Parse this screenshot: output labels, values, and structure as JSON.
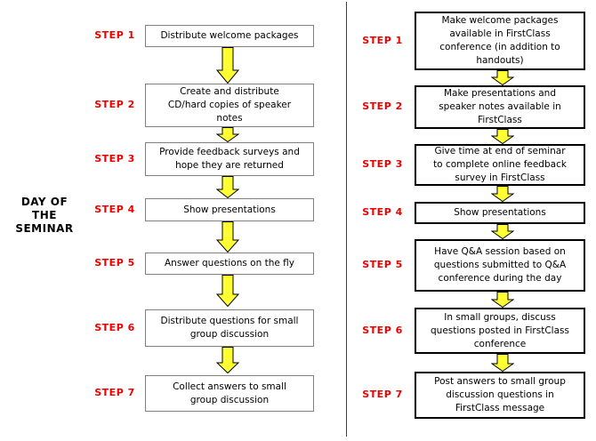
{
  "day_label": "DAY OF\nTHE\nSEMINAR",
  "left_flow": {
    "steps": [
      {
        "label": "STEP 1",
        "text": "Distribute welcome packages"
      },
      {
        "label": "STEP 2",
        "text": "Create and distribute\nCD/hard copies of speaker\nnotes"
      },
      {
        "label": "STEP 3",
        "text": "Provide feedback surveys and\nhope they are returned"
      },
      {
        "label": "STEP 4",
        "text": "Show presentations"
      },
      {
        "label": "STEP 5",
        "text": "Answer questions on the fly"
      },
      {
        "label": "STEP 6",
        "text": "Distribute questions for small\ngroup discussion"
      },
      {
        "label": "STEP 7",
        "text": "Collect answers to small\ngroup discussion"
      }
    ]
  },
  "right_flow": {
    "steps": [
      {
        "label": "STEP 1",
        "text": "Make welcome packages\navailable in FirstClass\nconference (in addition to\nhandouts)"
      },
      {
        "label": "STEP 2",
        "text": "Make presentations and\nspeaker notes available in\nFirstClass"
      },
      {
        "label": "STEP 3",
        "text": "Give time at end of seminar\nto complete online feedback\nsurvey in FirstClass"
      },
      {
        "label": "STEP 4",
        "text": "Show presentations"
      },
      {
        "label": "STEP 5",
        "text": "Have Q&A session based on\nquestions submitted to Q&A\nconference during the day"
      },
      {
        "label": "STEP 6",
        "text": "In small groups, discuss\nquestions posted in FirstClass\nconference"
      },
      {
        "label": "STEP 7",
        "text": "Post answers to small group\ndiscussion questions in\nFirstClass message"
      }
    ]
  },
  "colors": {
    "step_label_red": "#ee0000",
    "arrow_fill": "#ffff33",
    "arrow_outline": "#000000",
    "left_box_border": "#808080",
    "right_box_border": "#000000",
    "divider": "#404040"
  }
}
